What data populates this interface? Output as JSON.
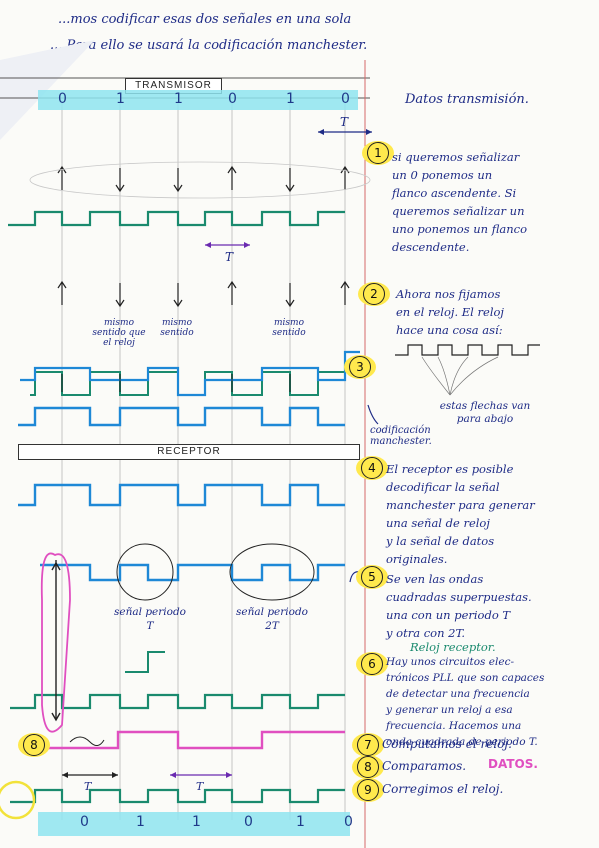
{
  "header": {
    "line1": "...mos codificar esas dos señales en una sola",
    "line2": "... Para ello se usará la codificación manchester."
  },
  "sections": {
    "transmisor": "TRANSMISOR",
    "receptor": "RECEPTOR"
  },
  "bits_top": [
    "0",
    "1",
    "1",
    "0",
    "1",
    "0"
  ],
  "bits_bottom": [
    "0",
    "1",
    "1",
    "0",
    "1",
    "0"
  ],
  "labels": {
    "datos_transmision": "Datos transmisión.",
    "T_top": "T",
    "T_clock": "T",
    "T_bottom_1": "T",
    "T_bottom_2": "T",
    "mismo_sentido_que_el_reloj": "mismo sentido que el reloj",
    "mismo_sentido_2": "mismo sentido",
    "mismo_sentido_3": "mismo sentido",
    "estas_flechas": "estas flechas van para abajo",
    "codificacion_manchester": "codificación manchester.",
    "senal_periodo_T": "señal periodo T",
    "senal_periodo_2T": "señal periodo 2T",
    "reloj_receptor": "Reloj receptor."
  },
  "notes": [
    {
      "num": "1",
      "lines": [
        "si queremos señalizar",
        "un 0 ponemos un",
        "flanco ascendente. Si",
        "queremos señalizar un",
        "uno ponemos un flanco",
        "descendente."
      ]
    },
    {
      "num": "2",
      "lines": [
        "Ahora nos fijamos",
        "en el reloj. El reloj",
        "hace una cosa así:"
      ]
    },
    {
      "num": "3",
      "lines": []
    },
    {
      "num": "4",
      "lines": [
        "El receptor es posible",
        "decodificar la señal",
        "manchester para generar",
        "una señal de reloj",
        "y la señal de datos",
        "originales."
      ]
    },
    {
      "num": "5",
      "lines": [
        "Se ven las ondas",
        "cuadradas superpuestas.",
        "una con un periodo T",
        "y otra con 2T."
      ]
    },
    {
      "num": "6",
      "lines": [
        "Hay unos circuitos elec-",
        "trónicos PLL que son capaces",
        "de detectar una frecuencia",
        "y generar un reloj a esa",
        "frecuencia. Hacemos una",
        "onda cuadrada de periodo T."
      ]
    },
    {
      "num": "7",
      "lines": [
        "Computamos el reloj."
      ]
    },
    {
      "num": "8",
      "lines": [
        "Comparamos."
      ]
    },
    {
      "num": "9",
      "lines": [
        "Corregimos el reloj."
      ]
    }
  ],
  "datos_word": "DATOS.",
  "left_num_8": "8",
  "colors": {
    "ink": "#1e2b86",
    "green": "#1a8a6e",
    "blue": "#1e88d6",
    "pink": "#e04fc0",
    "yellow": "#ffe94d",
    "cyan": "#8ee4f0"
  }
}
